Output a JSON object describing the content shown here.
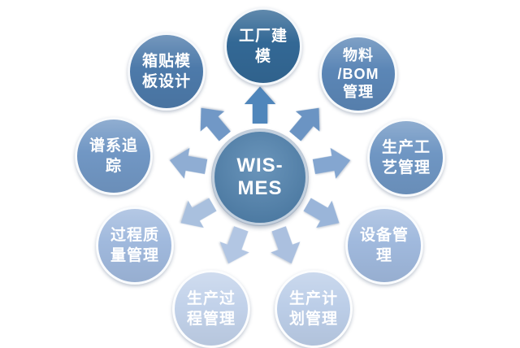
{
  "center": {
    "label": "WIS-MES",
    "text": "WIS-\nMES",
    "fill": "#4e81ae",
    "ring_color": "#c3d0de",
    "text_color": "#ffffff"
  },
  "nodes": [
    {
      "id": "factory-modeling",
      "label": "工厂建模",
      "text": "工厂建\n模",
      "fill": "#336895",
      "arrow_fill": "#4f86bb"
    },
    {
      "id": "material-bom-management",
      "label": "物料/BOM管理",
      "text": "物料\n/BOM\n管理",
      "fill": "#5b86b6",
      "arrow_fill": "#6b94c3"
    },
    {
      "id": "production-craft-management",
      "label": "生产工艺管理",
      "text": "生产工\n艺管理",
      "fill": "#6f96c3",
      "arrow_fill": "#84a6d0"
    },
    {
      "id": "equipment-management",
      "label": "设备管理",
      "text": "设备管\n理",
      "fill": "#a0b9dd",
      "arrow_fill": "#9ab5d9"
    },
    {
      "id": "production-plan-management",
      "label": "生产计划管理",
      "text": "生产计\n划管理",
      "fill": "#bccee8",
      "arrow_fill": "#abc0df"
    },
    {
      "id": "production-process-management",
      "label": "生产过程管理",
      "text": "生产过\n程管理",
      "fill": "#c2d2ea",
      "arrow_fill": "#b2c6e3"
    },
    {
      "id": "process-quality-management",
      "label": "过程质量管理",
      "text": "过程质\n量管理",
      "fill": "#a0b9dd",
      "arrow_fill": "#a9c0de"
    },
    {
      "id": "pedigree-tracking",
      "label": "谱系追踪",
      "text": "谱系追\n踪",
      "fill": "#7197c4",
      "arrow_fill": "#8fadd3"
    },
    {
      "id": "box-label-template-design",
      "label": "箱贴模板设计",
      "text": "箱贴模\n板设计",
      "fill": "#4d7aaa",
      "arrow_fill": "#7198c6"
    }
  ],
  "background": "#ffffff",
  "text_color": "#ffffff"
}
